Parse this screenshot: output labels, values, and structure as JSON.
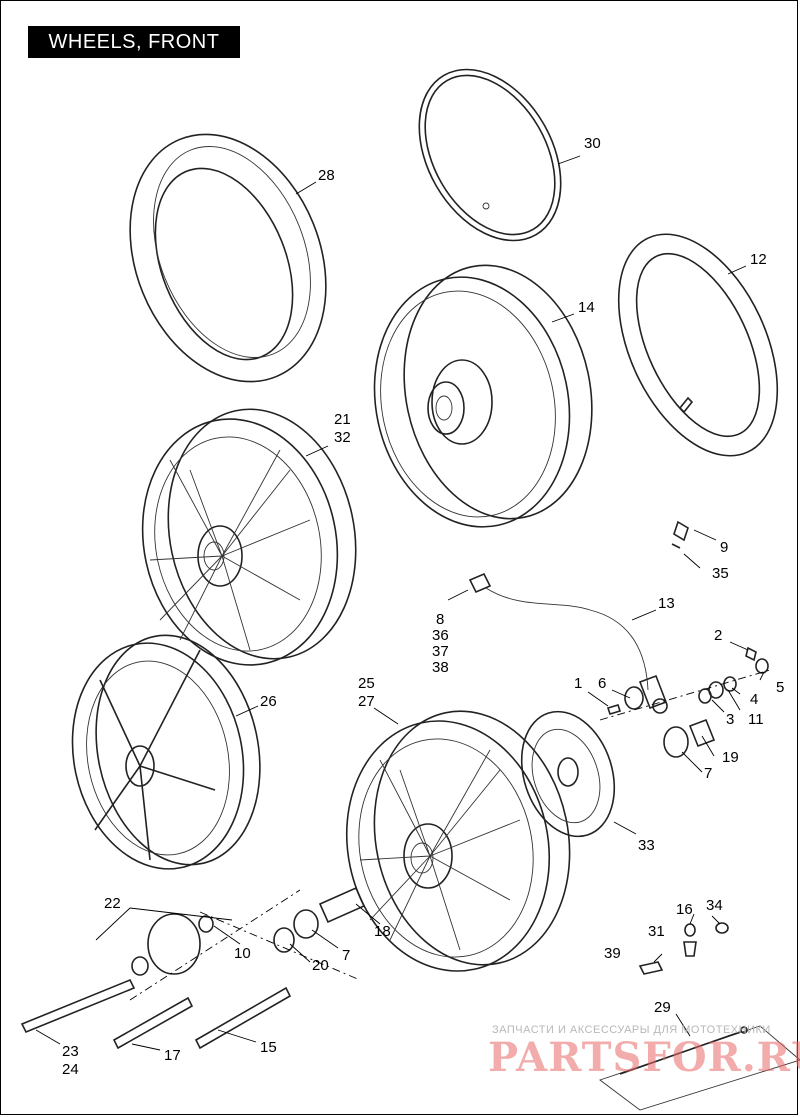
{
  "title": "WHEELS, FRONT",
  "labels": {
    "l1": "1",
    "l2": "2",
    "l3": "3",
    "l4": "4",
    "l5": "5",
    "l6": "6",
    "l7a": "7",
    "l7b": "7",
    "l8": "8",
    "l9": "9",
    "l10": "10",
    "l11": "11",
    "l12": "12",
    "l13": "13",
    "l14": "14",
    "l15": "15",
    "l16": "16",
    "l17": "17",
    "l18": "18",
    "l19": "19",
    "l20": "20",
    "l21": "21",
    "l22": "22",
    "l23": "23",
    "l24": "24",
    "l25": "25",
    "l26": "26",
    "l27": "27",
    "l28": "28",
    "l29": "29",
    "l30": "30",
    "l31": "31",
    "l32": "32",
    "l33": "33",
    "l34": "34",
    "l35": "35",
    "l36": "36",
    "l37": "37",
    "l38": "38",
    "l39": "39"
  },
  "watermark": {
    "tagline": "ЗАПЧАСТИ И АКСЕССУАРЫ ДЛЯ МОТОТЕХНИКИ",
    "brand": "PARTSFOR.RU"
  }
}
